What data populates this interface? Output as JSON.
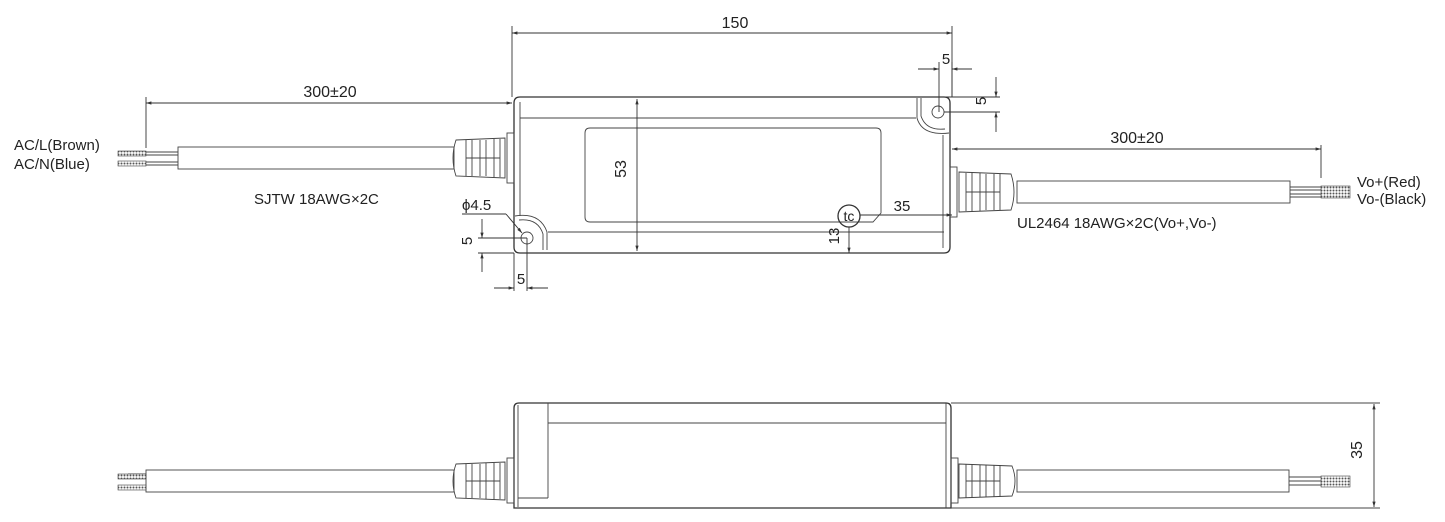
{
  "top_view": {
    "overall_width": "150",
    "height": "53",
    "ac_cable_length": "300±20",
    "dc_cable_length": "300±20",
    "hole_diameter": "ϕ4.5",
    "hole_offset_left_x": "5",
    "hole_offset_left_y": "5",
    "hole_offset_right_x": "5",
    "hole_offset_right_y": "5",
    "tc_label": "tc",
    "tc_offset_x": "35",
    "tc_offset_y": "13",
    "ac_wire_l": "AC/L(Brown)",
    "ac_wire_n": "AC/N(Blue)",
    "ac_cable_spec": "SJTW 18AWG×2C",
    "dc_wire_pos": "Vo+(Red)",
    "dc_wire_neg": "Vo-(Black)",
    "dc_cable_spec": "UL2464 18AWG×2C(Vo+,Vo-)"
  },
  "side_view": {
    "height": "35"
  }
}
